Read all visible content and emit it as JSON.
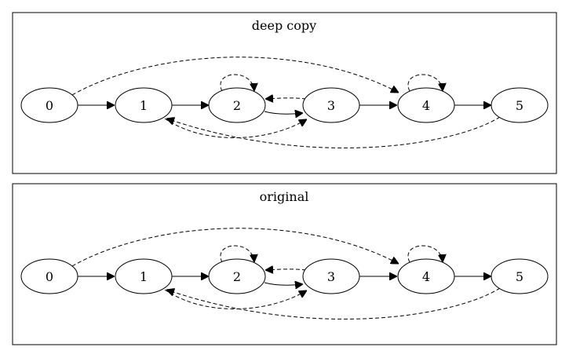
{
  "clusters": [
    {
      "id": "deep",
      "label": "deep copy",
      "nodes": [
        "0",
        "1",
        "2",
        "3",
        "4",
        "5"
      ]
    },
    {
      "id": "orig",
      "label": "original",
      "nodes": [
        "0",
        "1",
        "2",
        "3",
        "4",
        "5"
      ]
    }
  ],
  "edges": [
    {
      "from": "0",
      "to": "1",
      "style": "solid"
    },
    {
      "from": "1",
      "to": "2",
      "style": "solid"
    },
    {
      "from": "2",
      "to": "3",
      "style": "solid"
    },
    {
      "from": "3",
      "to": "4",
      "style": "solid"
    },
    {
      "from": "4",
      "to": "5",
      "style": "solid"
    },
    {
      "from": "0",
      "to": "4",
      "style": "dashed"
    },
    {
      "from": "1",
      "to": "3",
      "style": "dashed"
    },
    {
      "from": "2",
      "to": "2",
      "style": "dashed"
    },
    {
      "from": "3",
      "to": "2",
      "style": "dashed"
    },
    {
      "from": "4",
      "to": "4",
      "style": "dashed"
    },
    {
      "from": "5",
      "to": "1",
      "style": "dashed"
    }
  ]
}
